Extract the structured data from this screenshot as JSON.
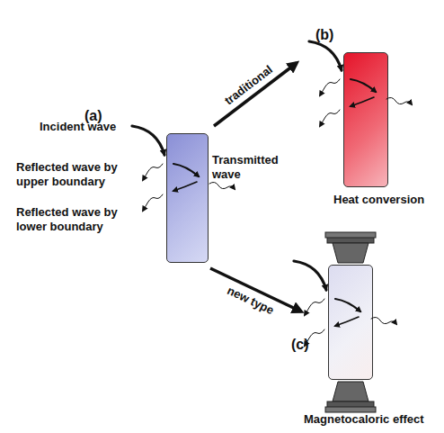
{
  "diagram": {
    "nodes": [
      {
        "text": [
          "(a)"
        ]
      },
      {
        "text": [
          "(b)",
          "Heat conversion"
        ]
      },
      {
        "text": [
          "(c)",
          "Magnetocaloric effect"
        ]
      }
    ],
    "edges": [
      {
        "from": 0,
        "to": 1,
        "arrow": "to",
        "label": "traditional"
      },
      {
        "from": 0,
        "to": 2,
        "arrow": "to",
        "label": "new type"
      }
    ],
    "labels": [
      "Incident wave",
      "Transmitted wave",
      "Reflected wave by upper boundary",
      "Reflected wave by lower boundary"
    ]
  }
}
